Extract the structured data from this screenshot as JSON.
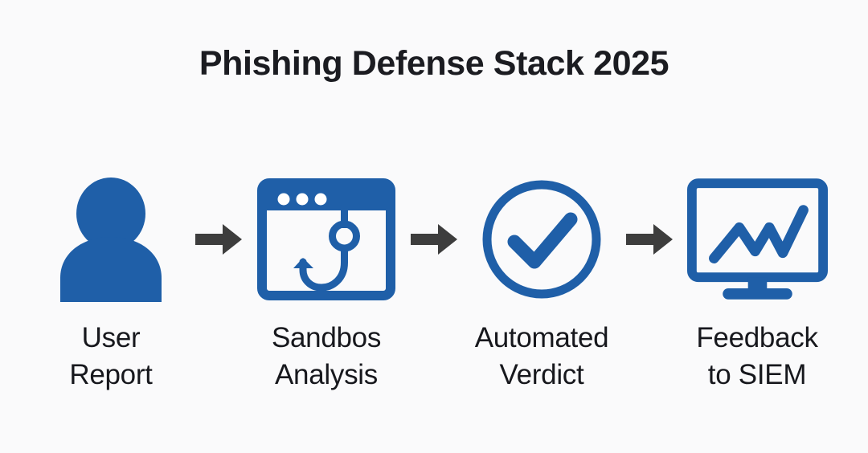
{
  "title": "Phishing Defense Stack 2025",
  "colors": {
    "background": "#fafafb",
    "icon_blue": "#1f5fa8",
    "arrow_gray": "#3d3d3d",
    "title_text": "#1b1c21",
    "label_text": "#17181d"
  },
  "diagram": {
    "type": "horizontal-flow",
    "step_count": 4,
    "arrow_count": 3,
    "steps": [
      {
        "icon": "user-person-icon",
        "label_line1": "User",
        "label_line2": "Report"
      },
      {
        "icon": "browser-window-phishing-hook-icon",
        "label_line1": "Sandbos",
        "label_line2": "Analysis"
      },
      {
        "icon": "check-circle-icon",
        "label_line1": "Automated",
        "label_line2": "Verdict"
      },
      {
        "icon": "monitor-line-chart-icon",
        "label_line1": "Feedback",
        "label_line2": "to SIEM"
      }
    ],
    "arrows": [
      {
        "icon": "arrow-right-icon"
      },
      {
        "icon": "arrow-right-icon"
      },
      {
        "icon": "arrow-right-icon"
      }
    ]
  }
}
